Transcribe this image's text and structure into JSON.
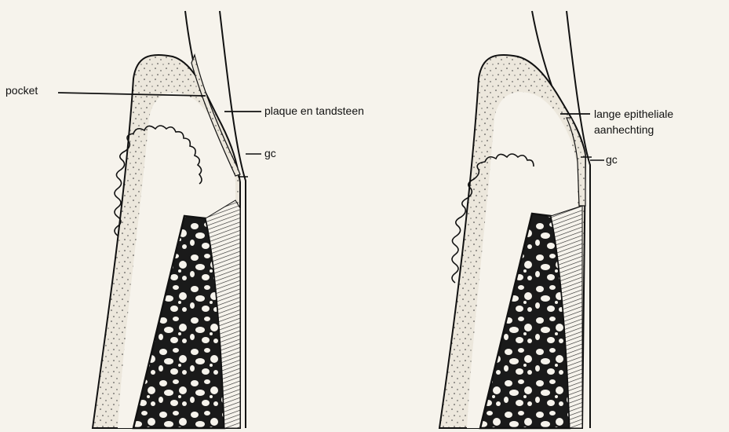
{
  "figure": {
    "left_panel": {
      "labels": {
        "pocket": "pocket",
        "plaque": "plaque en tandsteen",
        "gc": "gc"
      }
    },
    "right_panel": {
      "labels": {
        "epithelium_line1": "lange epitheliale",
        "epithelium_line2": "aanhechting",
        "gc": "gc"
      }
    }
  },
  "colors": {
    "ink": "#111111",
    "paper": "#f6f3ec"
  }
}
